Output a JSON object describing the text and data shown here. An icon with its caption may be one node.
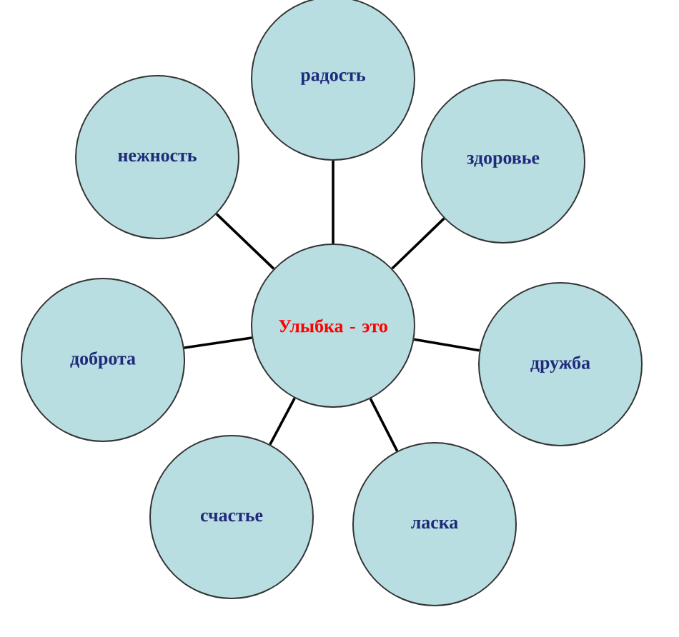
{
  "diagram": {
    "nodes": [
      {
        "text": [
          "Улыбка - это"
        ]
      },
      {
        "text": [
          "радость"
        ]
      },
      {
        "text": [
          "здоровье"
        ]
      },
      {
        "text": [
          "дружба"
        ]
      },
      {
        "text": [
          "ласка"
        ]
      },
      {
        "text": [
          "счастье"
        ]
      },
      {
        "text": [
          "доброта"
        ]
      },
      {
        "text": [
          "нежность"
        ]
      }
    ],
    "edges": [
      {
        "from": 0,
        "to": 1,
        "arrow": "none"
      },
      {
        "from": 0,
        "to": 2,
        "arrow": "none"
      },
      {
        "from": 0,
        "to": 3,
        "arrow": "none"
      },
      {
        "from": 0,
        "to": 4,
        "arrow": "none"
      },
      {
        "from": 0,
        "to": 5,
        "arrow": "none"
      },
      {
        "from": 0,
        "to": 6,
        "arrow": "none"
      },
      {
        "from": 0,
        "to": 7,
        "arrow": "none"
      }
    ]
  }
}
